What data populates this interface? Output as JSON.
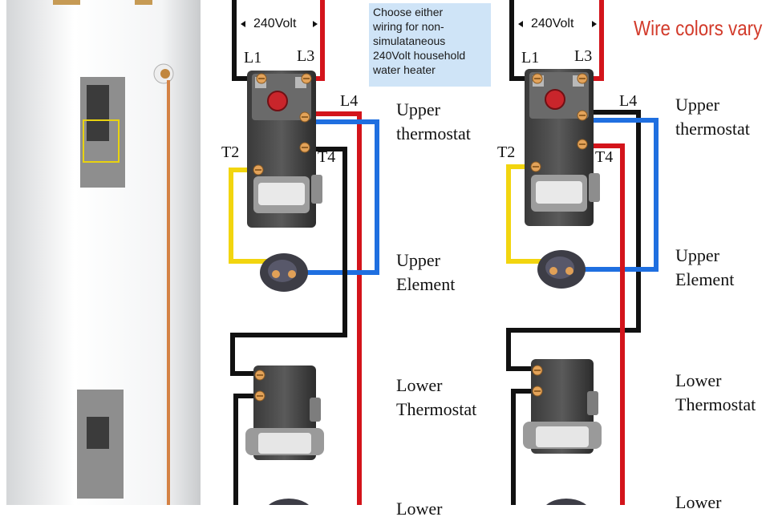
{
  "note": {
    "lines": [
      "Choose either",
      "wiring for non-",
      "simulataneous",
      "240Volt household",
      "water heater"
    ]
  },
  "wire_colors_note": "Wire colors vary",
  "voltage_label": "240Volt",
  "terminals": {
    "l1": "L1",
    "l3": "L3",
    "l4": "L4",
    "t2": "T2",
    "t4": "T4"
  },
  "captions": {
    "upper_thermostat": [
      "Upper",
      "thermostat"
    ],
    "upper_element": [
      "Upper",
      "Element"
    ],
    "lower_thermostat": [
      "Lower",
      "Thermostat"
    ],
    "lower_element_partial": "Lower"
  },
  "colors": {
    "wire_black": "#111111",
    "wire_red": "#d3141b",
    "wire_blue": "#1f6fe0",
    "wire_yellow": "#f2d50f",
    "note_bg": "#cfe4f7",
    "accent_text": "#d23a2a"
  }
}
